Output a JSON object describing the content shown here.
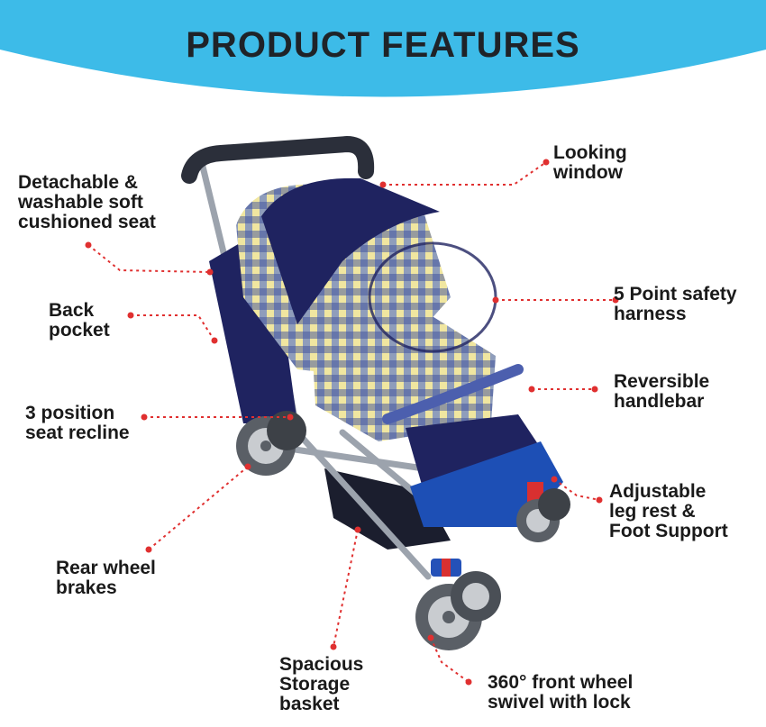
{
  "header": {
    "title": "PRODUCT FEATURES"
  },
  "colors": {
    "banner": "#3dbbe8",
    "navy": "#1f2360",
    "plaid_yellow": "#f0e6a0",
    "plaid_blue": "#6f84c4",
    "frame": "#9ca3ad",
    "wheel": "#555a60",
    "tray": "#1d4fb5",
    "leader": "#e03030"
  },
  "features": [
    {
      "id": "looking-window",
      "text": "Looking\nwindow"
    },
    {
      "id": "detachable-seat",
      "text": "Detachable &\nwashable soft\ncushioned seat"
    },
    {
      "id": "safety-harness",
      "text": "5 Point safety\nharness"
    },
    {
      "id": "back-pocket",
      "text": "Back\npocket"
    },
    {
      "id": "reversible-handlebar",
      "text": "Reversible\nhandlebar"
    },
    {
      "id": "seat-recline",
      "text": "3 position\nseat recline"
    },
    {
      "id": "adjustable-leg-rest",
      "text": "Adjustable\nleg rest &\nFoot Support"
    },
    {
      "id": "rear-wheel-brakes",
      "text": "Rear wheel\nbrakes"
    },
    {
      "id": "storage-basket",
      "text": "Spacious\nStorage\nbasket"
    },
    {
      "id": "front-wheel-swivel",
      "text": "360° front wheel\nswivel with lock"
    }
  ]
}
